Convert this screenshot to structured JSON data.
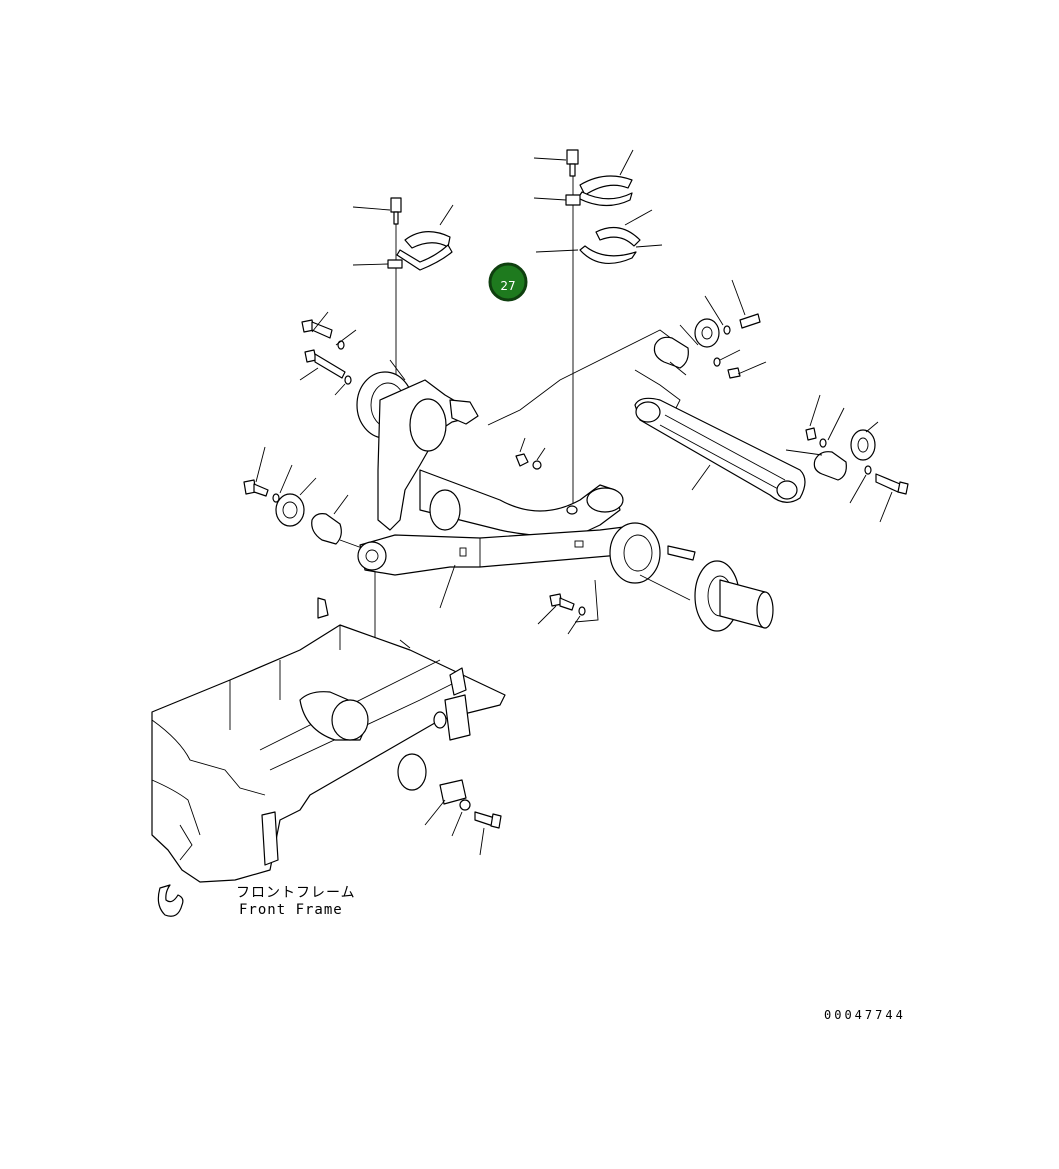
{
  "callout": {
    "number": "27",
    "fill": "#1e7a1e",
    "ring": "#0f3f0f"
  },
  "frame_label": {
    "jp": "フロントフレーム",
    "en": "Front Frame"
  },
  "drawing_number": "00047744"
}
